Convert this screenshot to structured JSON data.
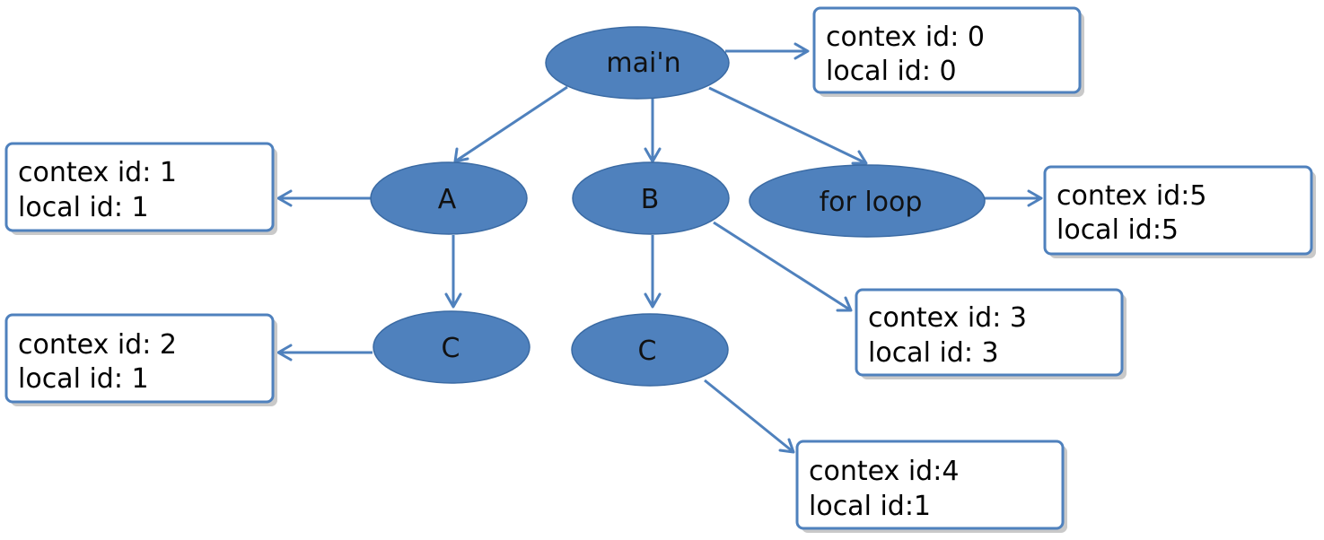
{
  "colors": {
    "node_fill": "#4f81bd",
    "edge": "#4f81bd",
    "box_border": "#4f81bd"
  },
  "nodes": {
    "main": "mai'n",
    "a": "A",
    "b": "B",
    "for_loop": "for loop",
    "c_under_a": "C",
    "c_under_b": "C"
  },
  "boxes": {
    "main": {
      "line1": "contex id: 0",
      "line2": "local id: 0"
    },
    "a": {
      "line1": "contex id: 1",
      "line2": "local id: 1"
    },
    "c_under_a": {
      "line1": "contex id: 2",
      "line2": "local id: 1"
    },
    "b": {
      "line1": "contex id: 3",
      "line2": "local id: 3"
    },
    "c_under_b": {
      "line1": "contex id:4",
      "line2": "local id:1"
    },
    "for_loop": {
      "line1": "contex id:5",
      "line2": "local id:5"
    }
  }
}
